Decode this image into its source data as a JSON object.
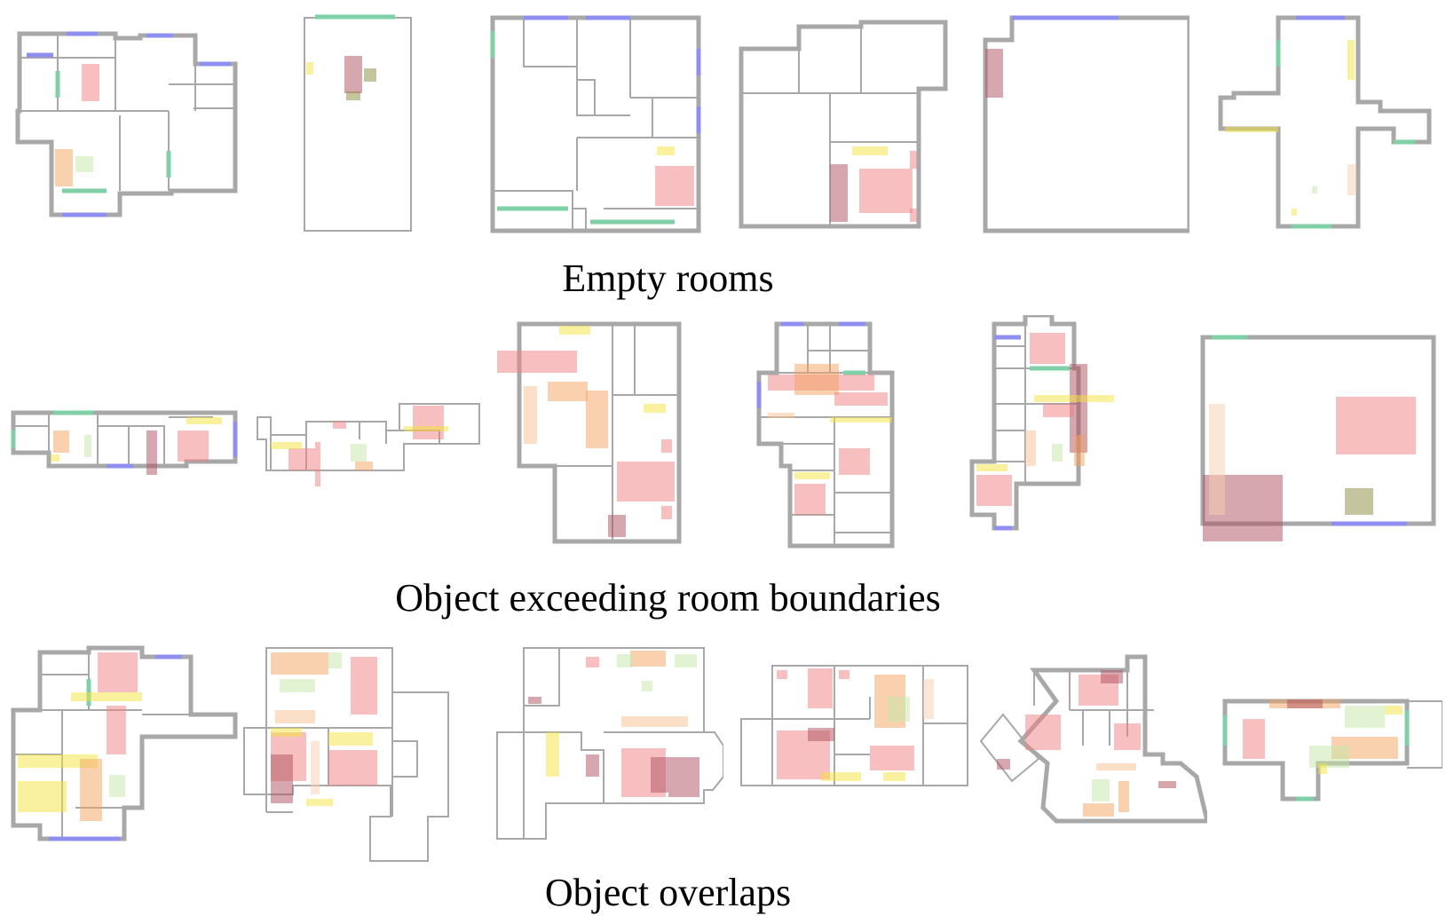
{
  "captions": {
    "empty_rooms": "Empty rooms",
    "exceeding": "Object exceeding room boundaries",
    "overlaps": "Object overlaps"
  },
  "colors": {
    "wall": "#a8a8a8",
    "window": "#8f8ff0",
    "door": "#7fd0a6",
    "bed": "#f08080",
    "sofa": "#f4a460",
    "table": "#f3e33d",
    "cabinet": "#b05060",
    "plant": "#c6e8a8",
    "storage": "#8a8a40"
  }
}
